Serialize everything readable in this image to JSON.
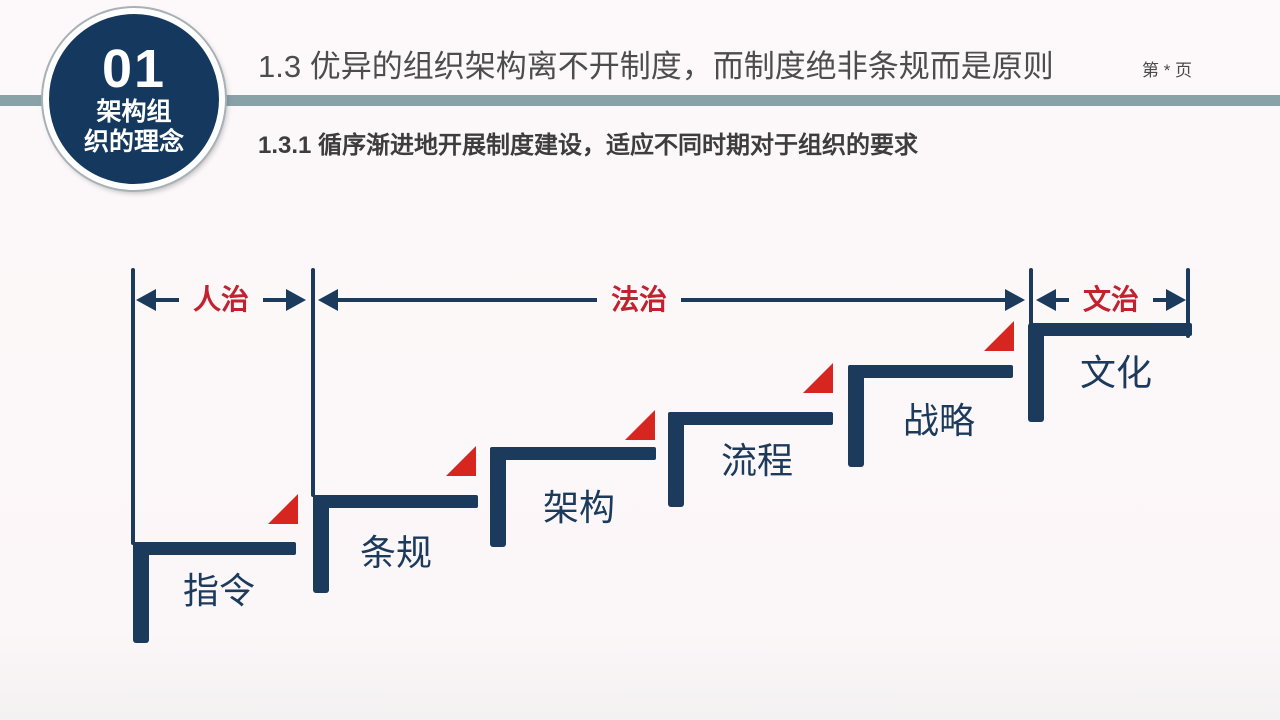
{
  "slide": {
    "title": "1.3 优异的组织架构离不开制度，而制度绝非条规而是原则",
    "subtitle": "1.3.1 循序渐进地开展制度建设，适应不同时期对于组织的要求",
    "page_number_label": "第 * 页",
    "section_badge": {
      "number": "01",
      "line1": "架构组",
      "line2": "织的理念"
    }
  },
  "diagram": {
    "phases": [
      {
        "label": "人治"
      },
      {
        "label": "法治"
      },
      {
        "label": "文治"
      }
    ],
    "steps": [
      {
        "label": "指令"
      },
      {
        "label": "条规"
      },
      {
        "label": "架构"
      },
      {
        "label": "流程"
      },
      {
        "label": "战略"
      },
      {
        "label": "文化"
      }
    ],
    "colors": {
      "navy": "#1c3a5c",
      "circle": "#15395e",
      "red": "#c2222f",
      "tri": "#d6261f",
      "divider": "#89a2a8",
      "bg": "#fbf6f7"
    }
  }
}
